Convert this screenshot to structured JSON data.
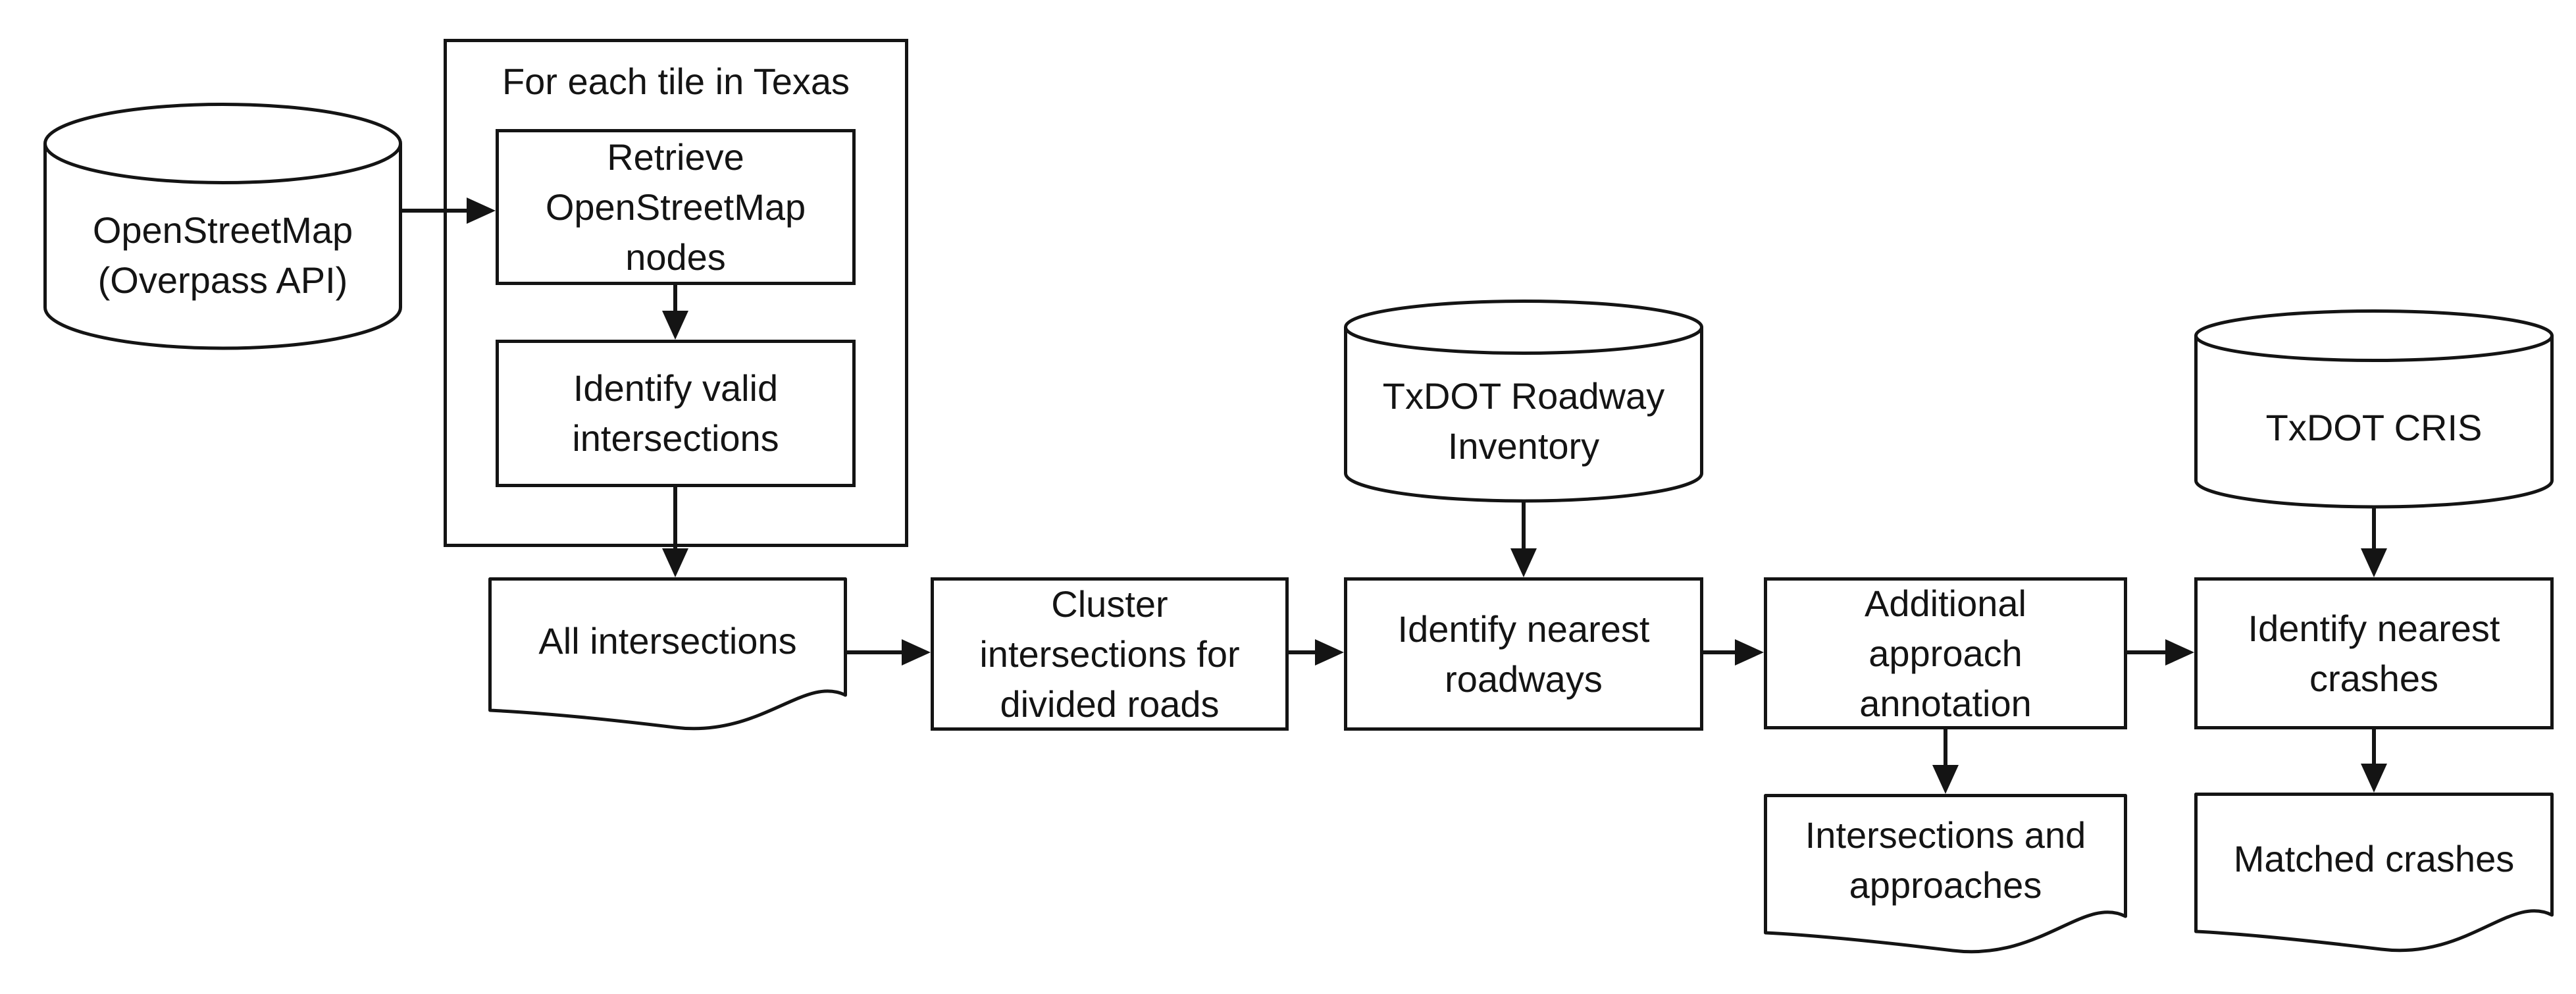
{
  "colors": {
    "stroke": "#141414",
    "fill": "#ffffff",
    "background": "#ffffff"
  },
  "nodes": {
    "osm": {
      "type": "datastore",
      "lines": [
        "OpenStreetMap",
        "(Overpass API)"
      ]
    },
    "tileLoop": {
      "type": "group",
      "label": "For each tile in Texas"
    },
    "retrieve": {
      "type": "process",
      "lines": [
        "Retrieve",
        "OpenStreetMap",
        "nodes"
      ]
    },
    "identifyValid": {
      "type": "process",
      "lines": [
        "Identify valid",
        "intersections"
      ]
    },
    "allIntersections": {
      "type": "document",
      "lines": [
        "All intersections"
      ]
    },
    "cluster": {
      "type": "process",
      "lines": [
        "Cluster",
        "intersections for",
        "divided roads"
      ]
    },
    "roadwayInventory": {
      "type": "datastore",
      "lines": [
        "TxDOT Roadway",
        "Inventory"
      ]
    },
    "identifyRoadways": {
      "type": "process",
      "lines": [
        "Identify nearest",
        "roadways"
      ]
    },
    "additionalAnnotation": {
      "type": "process",
      "lines": [
        "Additional",
        "approach",
        "annotation"
      ]
    },
    "cris": {
      "type": "datastore",
      "lines": [
        "TxDOT CRIS"
      ]
    },
    "identifyCrashes": {
      "type": "process",
      "lines": [
        "Identify nearest",
        "crashes"
      ]
    },
    "intersectionsApproaches": {
      "type": "document",
      "lines": [
        "Intersections and",
        "approaches"
      ]
    },
    "matchedCrashes": {
      "type": "document",
      "lines": [
        "Matched crashes"
      ]
    }
  },
  "edges": [
    {
      "from": "osm",
      "to": "retrieve"
    },
    {
      "from": "retrieve",
      "to": "identifyValid"
    },
    {
      "from": "identifyValid",
      "to": "allIntersections"
    },
    {
      "from": "allIntersections",
      "to": "cluster"
    },
    {
      "from": "cluster",
      "to": "identifyRoadways"
    },
    {
      "from": "roadwayInventory",
      "to": "identifyRoadways"
    },
    {
      "from": "identifyRoadways",
      "to": "additionalAnnotation"
    },
    {
      "from": "additionalAnnotation",
      "to": "identifyCrashes"
    },
    {
      "from": "cris",
      "to": "identifyCrashes"
    },
    {
      "from": "additionalAnnotation",
      "to": "intersectionsApproaches"
    },
    {
      "from": "identifyCrashes",
      "to": "matchedCrashes"
    }
  ]
}
